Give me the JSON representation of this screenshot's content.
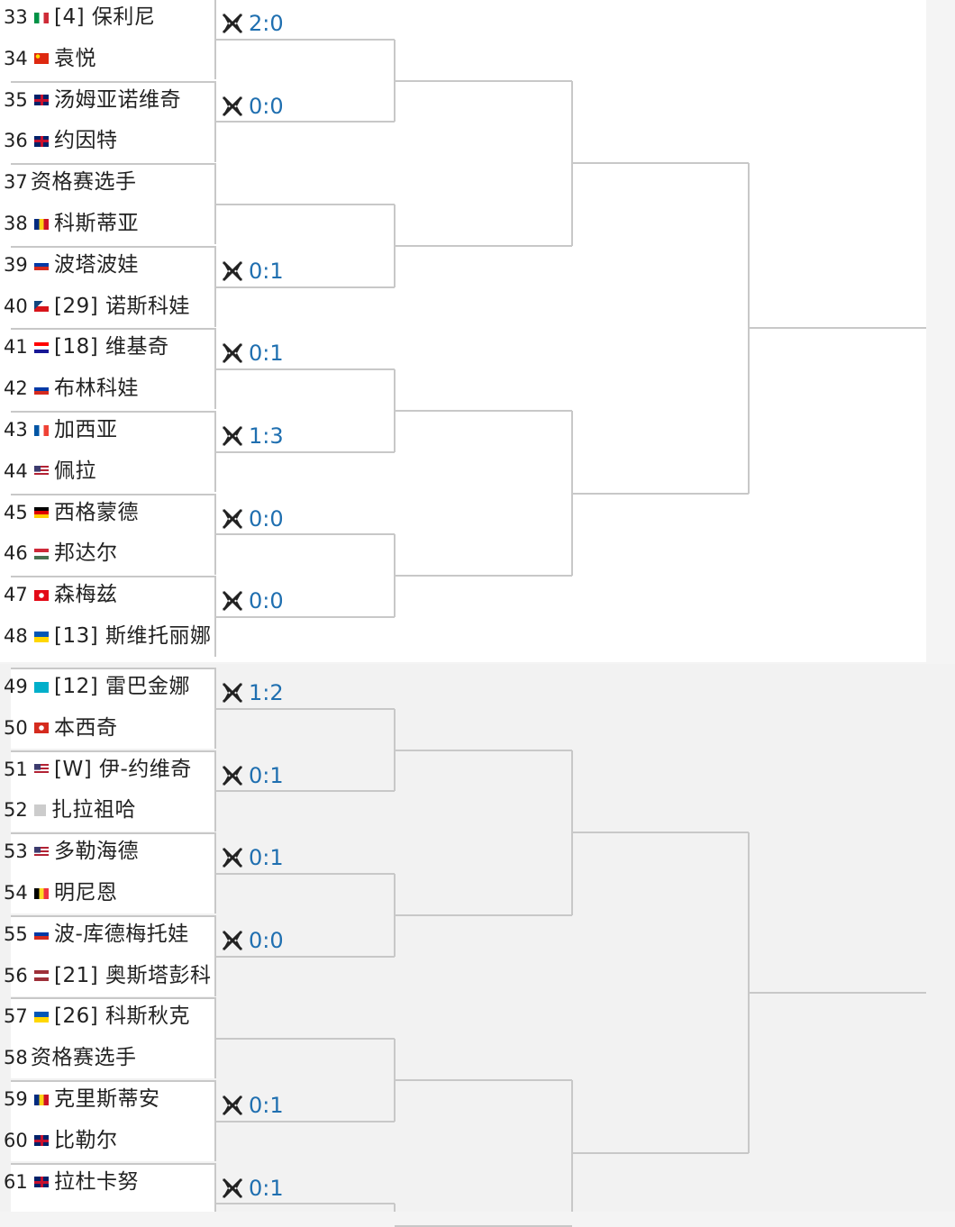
{
  "bracket": {
    "players": [
      {
        "seed": "33",
        "flag": "italy-flag",
        "name": "[4] 保利尼"
      },
      {
        "seed": "34",
        "flag": "china-flag",
        "name": "袁悦"
      },
      {
        "seed": "35",
        "flag": "australia-flag",
        "name": "汤姆亚诺维奇"
      },
      {
        "seed": "36",
        "flag": "australia-flag",
        "name": "约因特"
      },
      {
        "seed": "37",
        "flag": "",
        "name": "资格赛选手"
      },
      {
        "seed": "38",
        "flag": "romania-flag",
        "name": "科斯蒂亚"
      },
      {
        "seed": "39",
        "flag": "russia-flag",
        "name": "波塔波娃"
      },
      {
        "seed": "40",
        "flag": "czech-flag",
        "name": "[29] 诺斯科娃"
      },
      {
        "seed": "41",
        "flag": "croatia-flag",
        "name": "[18] 维基奇"
      },
      {
        "seed": "42",
        "flag": "russia-flag",
        "name": "布林科娃"
      },
      {
        "seed": "43",
        "flag": "france-flag",
        "name": "加西亚"
      },
      {
        "seed": "44",
        "flag": "usa-flag",
        "name": "佩拉"
      },
      {
        "seed": "45",
        "flag": "germany-flag",
        "name": "西格蒙德"
      },
      {
        "seed": "46",
        "flag": "hungary-flag",
        "name": "邦达尔"
      },
      {
        "seed": "47",
        "flag": "turkey-flag",
        "name": "森梅兹"
      },
      {
        "seed": "48",
        "flag": "ukraine-flag",
        "name": "[13] 斯维托丽娜"
      },
      {
        "seed": "49",
        "flag": "kazakhstan-flag",
        "name": "[12] 雷巴金娜"
      },
      {
        "seed": "50",
        "flag": "switzerland-flag",
        "name": "本西奇"
      },
      {
        "seed": "51",
        "flag": "usa-flag",
        "name": "[W] 伊-约维奇"
      },
      {
        "seed": "52",
        "flag": "neutral-flag",
        "name": "扎拉祖哈"
      },
      {
        "seed": "53",
        "flag": "usa-flag",
        "name": "多勒海德"
      },
      {
        "seed": "54",
        "flag": "belgium-flag",
        "name": "明尼恩"
      },
      {
        "seed": "55",
        "flag": "russia-flag",
        "name": "波-库德梅托娃"
      },
      {
        "seed": "56",
        "flag": "latvia-flag",
        "name": "[21] 奥斯塔彭科"
      },
      {
        "seed": "57",
        "flag": "ukraine-flag",
        "name": "[26] 科斯秋克"
      },
      {
        "seed": "58",
        "flag": "",
        "name": "资格赛选手"
      },
      {
        "seed": "59",
        "flag": "romania-flag",
        "name": "克里斯蒂安"
      },
      {
        "seed": "60",
        "flag": "australia-flag",
        "name": "比勒尔"
      },
      {
        "seed": "61",
        "flag": "uk-flag",
        "name": "拉杜卡努"
      }
    ],
    "matches": [
      {
        "score": "2:0",
        "icon": "match-score-icon"
      },
      {
        "score": "0:0",
        "icon": "match-score-icon"
      },
      null,
      {
        "score": "0:1",
        "icon": "match-score-icon"
      },
      {
        "score": "0:1",
        "icon": "match-score-icon"
      },
      {
        "score": "1:3",
        "icon": "match-score-icon"
      },
      {
        "score": "0:0",
        "icon": "match-score-icon"
      },
      {
        "score": "0:0",
        "icon": "match-score-icon"
      },
      {
        "score": "1:2",
        "icon": "match-score-icon"
      },
      {
        "score": "0:1",
        "icon": "match-score-icon"
      },
      {
        "score": "0:1",
        "icon": "match-score-icon"
      },
      {
        "score": "0:0",
        "icon": "match-score-icon"
      },
      null,
      {
        "score": "0:1",
        "icon": "match-score-icon"
      },
      {
        "score": "0:1",
        "icon": "match-score-icon"
      }
    ]
  },
  "flag_colors": {
    "italy-flag": [
      "#009246",
      "#ffffff",
      "#ce2b37"
    ],
    "china-flag": [
      "#de2910"
    ],
    "australia-flag": [
      "#012169"
    ],
    "romania-flag": [
      "#002b7f",
      "#fcd116",
      "#ce1126"
    ],
    "russia-flag": [
      "#ffffff",
      "#0039a6",
      "#d52b1e"
    ],
    "czech-flag": [
      "#ffffff",
      "#d7141a",
      "#11457e"
    ],
    "croatia-flag": [
      "#ff0000",
      "#ffffff",
      "#171796"
    ],
    "france-flag": [
      "#0055a4",
      "#ffffff",
      "#ef4135"
    ],
    "usa-flag": [
      "#b22234",
      "#ffffff",
      "#3c3b6e"
    ],
    "germany-flag": [
      "#000000",
      "#dd0000",
      "#ffce00"
    ],
    "hungary-flag": [
      "#ce2939",
      "#ffffff",
      "#477050"
    ],
    "turkey-flag": [
      "#e30a17"
    ],
    "ukraine-flag": [
      "#0057b7",
      "#ffd700"
    ],
    "kazakhstan-flag": [
      "#00afca"
    ],
    "switzerland-flag": [
      "#d52b1e"
    ],
    "neutral-flag": [
      "#cccccc"
    ],
    "belgium-flag": [
      "#000000",
      "#fdda24",
      "#ef3340"
    ],
    "latvia-flag": [
      "#9e3039",
      "#ffffff",
      "#9e3039"
    ],
    "uk-flag": [
      "#012169"
    ]
  },
  "colors": {
    "score_text": "#1f6fb0",
    "bracket_line": "#c8c8c8",
    "top_section_bg": "#ffffff",
    "bottom_section_bg": "#f2f2f2"
  }
}
